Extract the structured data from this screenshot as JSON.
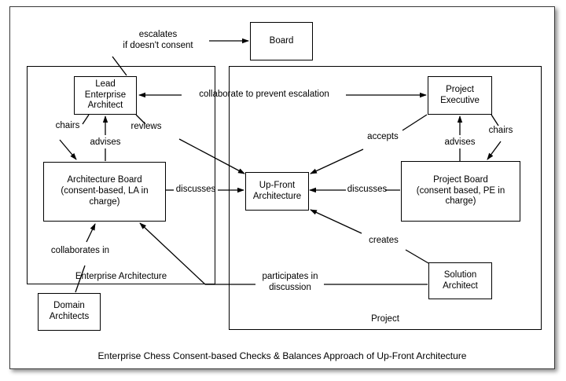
{
  "diagram": {
    "caption": "Enterprise Chess Consent-based Checks & Balances Approach of Up-Front Architecture",
    "containers": [
      {
        "id": "enterprise-architecture",
        "label": "Enterprise Architecture"
      },
      {
        "id": "project",
        "label": "Project"
      }
    ],
    "nodes": [
      {
        "id": "board",
        "label": "Board"
      },
      {
        "id": "lead-enterprise-architect",
        "label": "Lead\nEnterprise\nArchitect"
      },
      {
        "id": "architecture-board",
        "label": "Architecture Board\n(consent-based, LA in\ncharge)"
      },
      {
        "id": "domain-architects",
        "label": "Domain\nArchitects"
      },
      {
        "id": "up-front-architecture",
        "label": "Up-Front\nArchitecture"
      },
      {
        "id": "project-executive",
        "label": "Project\nExecutive"
      },
      {
        "id": "project-board",
        "label": "Project Board\n(consent based, PE in\ncharge)"
      },
      {
        "id": "solution-architect",
        "label": "Solution\nArchitect"
      }
    ],
    "edges": [
      {
        "id": "escalates",
        "label": "escalates\nif doesn't consent",
        "from": "lead-enterprise-architect",
        "to": "board"
      },
      {
        "id": "collaborate",
        "label": "collaborate to prevent escalation",
        "from": "project-executive",
        "to": "lead-enterprise-architect"
      },
      {
        "id": "chairs-la",
        "label": "chairs",
        "from": "lead-enterprise-architect",
        "to": "architecture-board"
      },
      {
        "id": "advises-ab",
        "label": "advises",
        "from": "architecture-board",
        "to": "lead-enterprise-architect"
      },
      {
        "id": "reviews",
        "label": "reviews",
        "from": "lead-enterprise-architect",
        "to": "up-front-architecture"
      },
      {
        "id": "discusses-ab",
        "label": "discusses",
        "from": "architecture-board",
        "to": "up-front-architecture"
      },
      {
        "id": "collaborates-in",
        "label": "collaborates in",
        "from": "domain-architects",
        "to": "architecture-board"
      },
      {
        "id": "participates",
        "label": "participates in\ndiscussion",
        "from": "solution-architect",
        "to": "architecture-board"
      },
      {
        "id": "accepts",
        "label": "accepts",
        "from": "project-executive",
        "to": "up-front-architecture"
      },
      {
        "id": "advises-pb",
        "label": "advises",
        "from": "project-board",
        "to": "project-executive"
      },
      {
        "id": "chairs-pe",
        "label": "chairs",
        "from": "project-executive",
        "to": "project-board"
      },
      {
        "id": "discusses-pb",
        "label": "discusses",
        "from": "project-board",
        "to": "up-front-architecture"
      },
      {
        "id": "creates",
        "label": "creates",
        "from": "solution-architect",
        "to": "up-front-architecture"
      }
    ],
    "colors": {
      "stroke": "#000000",
      "frame": "#3a3a3a",
      "background": "#ffffff"
    }
  }
}
